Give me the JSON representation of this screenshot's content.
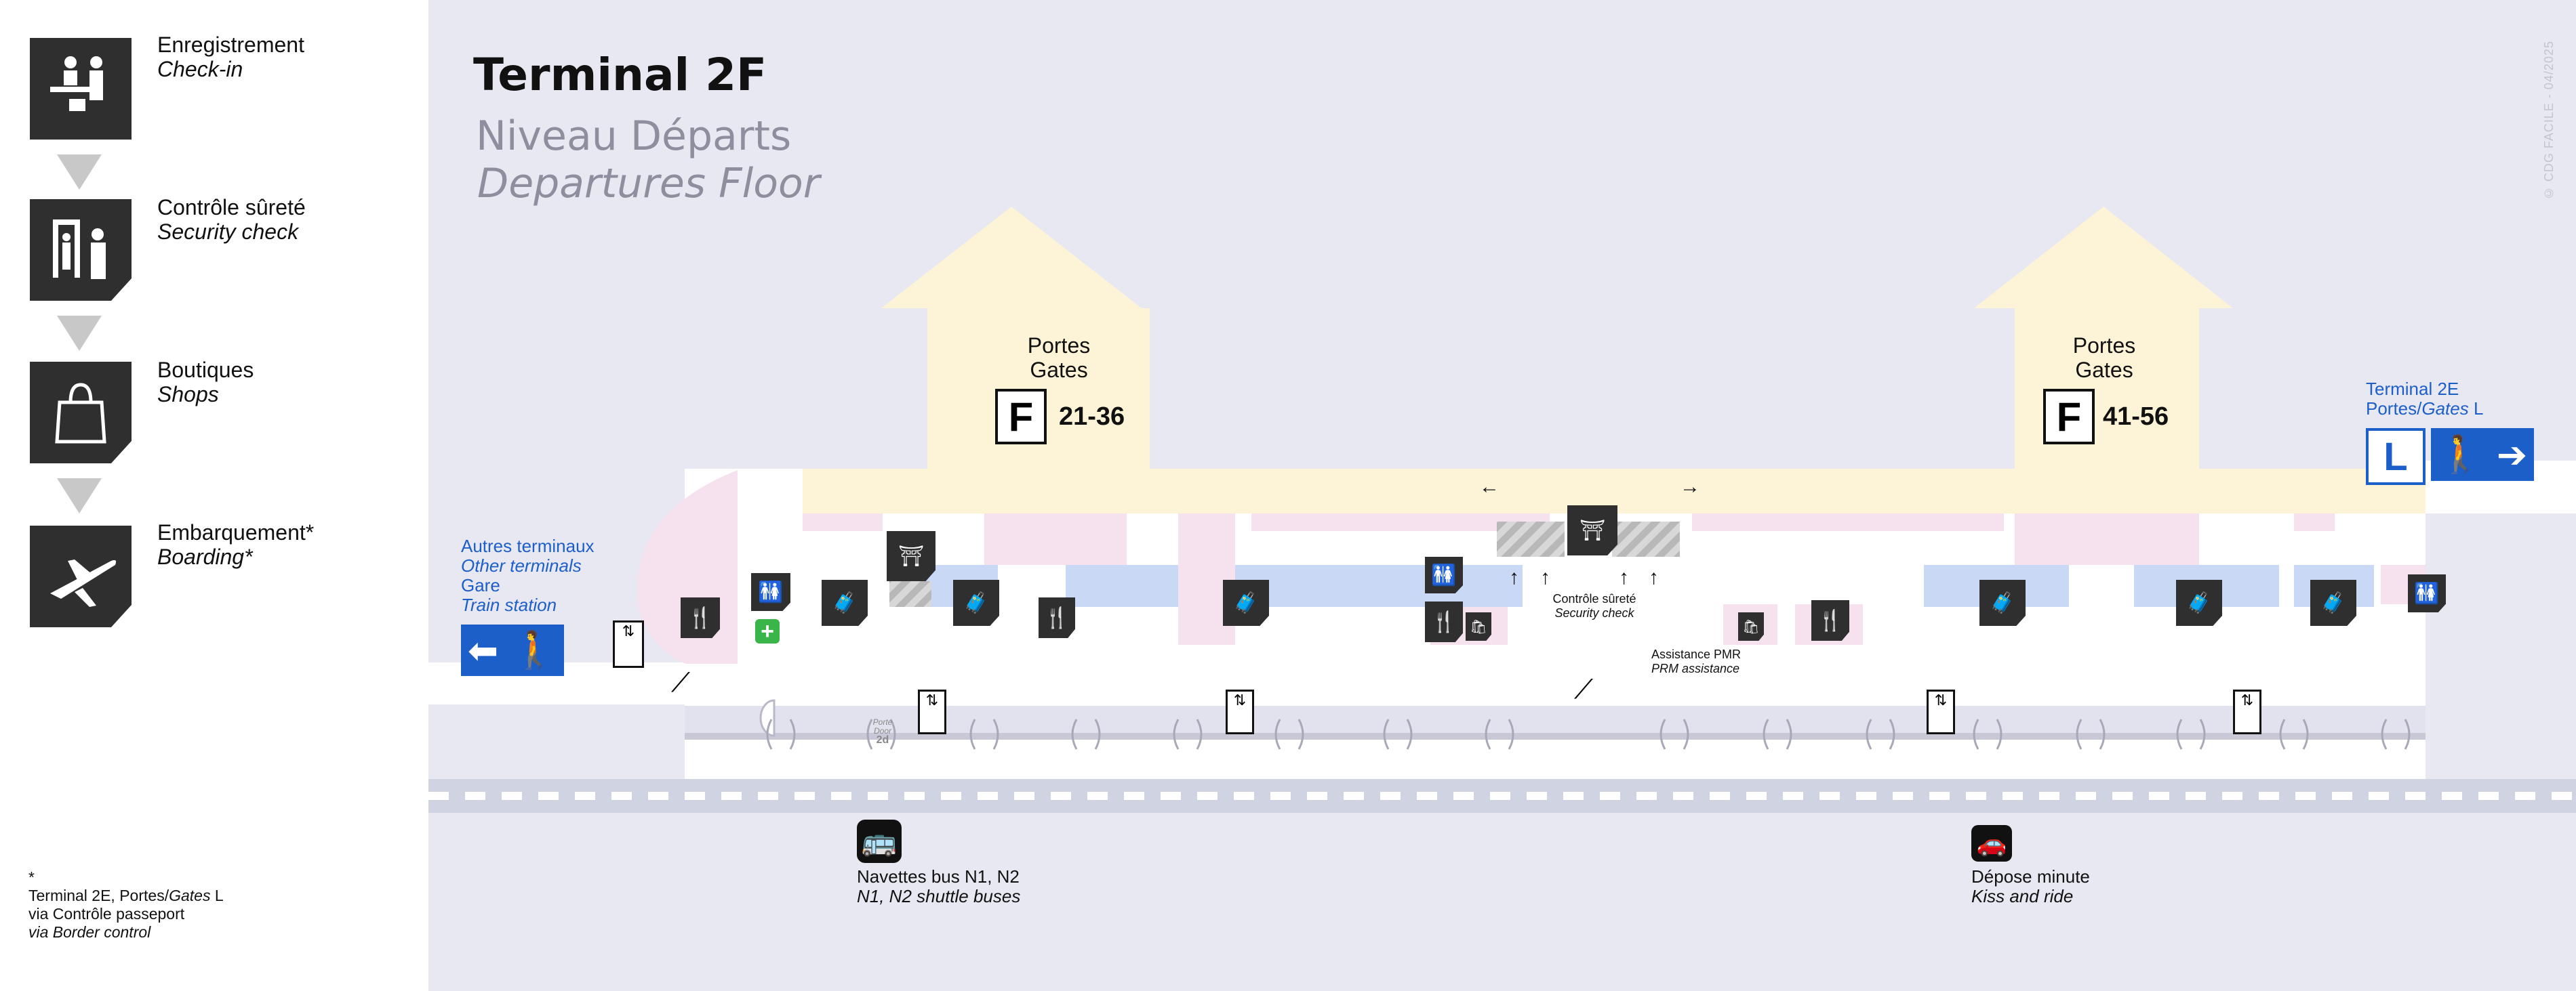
{
  "legend": {
    "items": [
      {
        "fr": "Enregistrement",
        "en": "Check-in",
        "icon": "check-in-icon"
      },
      {
        "fr": "Contrôle sûreté",
        "en": "Security check",
        "icon": "security-check-icon"
      },
      {
        "fr": "Boutiques",
        "en": "Shops",
        "icon": "shops-icon"
      },
      {
        "fr": "Embarquement*",
        "en": "Boarding*",
        "icon": "boarding-icon"
      }
    ],
    "footnote": {
      "star": "*",
      "line1_a": "Terminal 2E, Portes/",
      "line1_b": "Gates",
      "line1_c": " L",
      "line2": "via Contrôle passeport",
      "line3": "via Border control"
    }
  },
  "map": {
    "title": "Terminal 2F",
    "subtitle_fr": "Niveau Départs",
    "subtitle_en": "Departures Floor",
    "copyright": "© CDG FACILE - 04/2025",
    "gates_left": {
      "fr": "Portes",
      "en": "Gates",
      "letter": "F",
      "range": "21-36"
    },
    "gates_right": {
      "fr": "Portes",
      "en": "Gates",
      "letter": "F",
      "range": "41-56"
    },
    "terminal_2e": {
      "line1": "Terminal 2E",
      "line2_a": "Portes/",
      "line2_b": "Gates",
      "line2_c": " L",
      "letter": "L"
    },
    "other_terminals": {
      "fr": "Autres terminaux",
      "en": "Other terminals",
      "fr2": "Gare",
      "en2": "Train station"
    },
    "security": {
      "fr": "Contrôle sûreté",
      "en": "Security check"
    },
    "pmr": {
      "fr": "Assistance PMR",
      "en": "PRM assistance"
    },
    "door": {
      "line1": "Porte",
      "line2": "Door",
      "line3": "2d"
    },
    "bus": {
      "fr": "Navettes bus N1, N2",
      "en": "N1, N2 shuttle buses"
    },
    "kiss": {
      "fr": "Dépose minute",
      "en": "Kiss and ride"
    },
    "colors": {
      "blue": "#1d5fc8",
      "yellow": "#fdf3d6",
      "pink": "#f6e2ef",
      "blue_zone": "#c9d8f5",
      "dark": "#2f2f2f"
    }
  }
}
